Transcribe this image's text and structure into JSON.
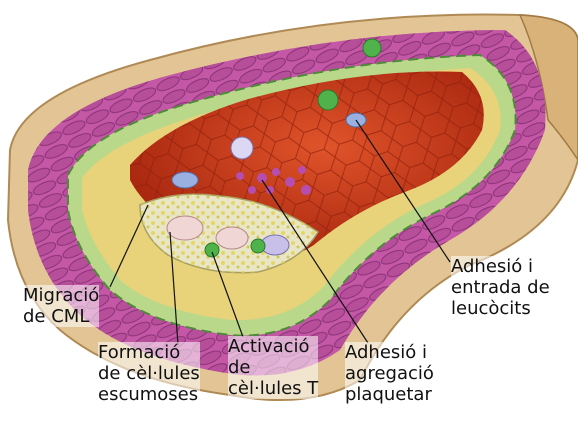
{
  "labels": {
    "migration": [
      "Migració",
      "de CML"
    ],
    "foam": [
      "Formació",
      "de cèl·lules",
      "escumoses"
    ],
    "tcell": [
      "Activació",
      "de",
      "cèl·lules T"
    ],
    "platelet": [
      "Adhesió i",
      "agregació",
      "plaquetar"
    ],
    "leukocyte": [
      "Adhesió i",
      "entrada de",
      "leucòcits"
    ]
  },
  "colors": {
    "endothelium": "#c6381a",
    "media": "#c458a6",
    "intima": "#e8d27a",
    "adventitia": "#e3c595",
    "plaque": "#e9e6c8",
    "leukocyte": "#4fb24a",
    "platelet": "#b64db0"
  }
}
